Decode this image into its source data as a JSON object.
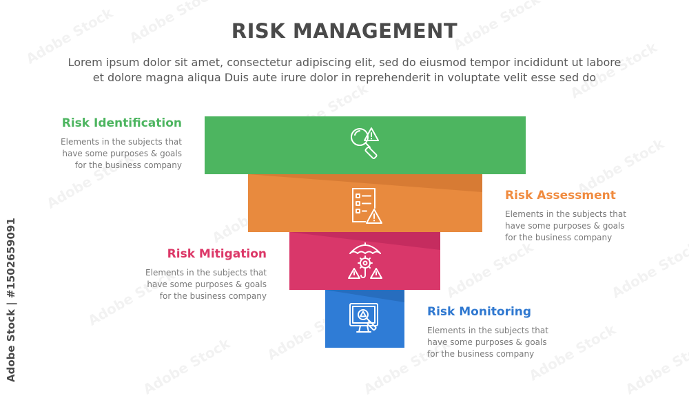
{
  "title": "RISK MANAGEMENT",
  "subtitle_line1": "Lorem ipsum dolor sit amet, consectetur adipiscing elit, sed do eiusmod tempor incididunt ut labore",
  "subtitle_line2": "et dolore magna aliqua Duis aute irure dolor in reprehenderit in voluptate velit esse sed do",
  "steps": [
    {
      "title": "Risk Identification",
      "desc": "Elements in the subjects that\nhave  some purposes & goals\nfor the  business company",
      "color": "#4db560",
      "icon": "search-warning-icon"
    },
    {
      "title": "Risk Assessment",
      "desc": "Elements in the subjects that\nhave  some purposes & goals\nfor the  business company",
      "color": "#e88a3e",
      "title_color": "#f08b3f",
      "icon": "checklist-warning-icon"
    },
    {
      "title": "Risk Mitigation",
      "desc": "Elements in the subjects that\nhave  some purposes & goals\nfor the  business company",
      "color": "#d9376a",
      "title_color": "#dc3767",
      "icon": "umbrella-gear-icon"
    },
    {
      "title": "Risk Monitoring",
      "desc": "Elements in the subjects that\nhave  some purposes & goals\nfor the  business company",
      "color": "#2f7cd6",
      "title_color": "#2f78d0",
      "icon": "monitor-search-icon"
    }
  ],
  "stock_id": "Adobe Stock | #1502659091",
  "watermark": "Adobe Stock"
}
